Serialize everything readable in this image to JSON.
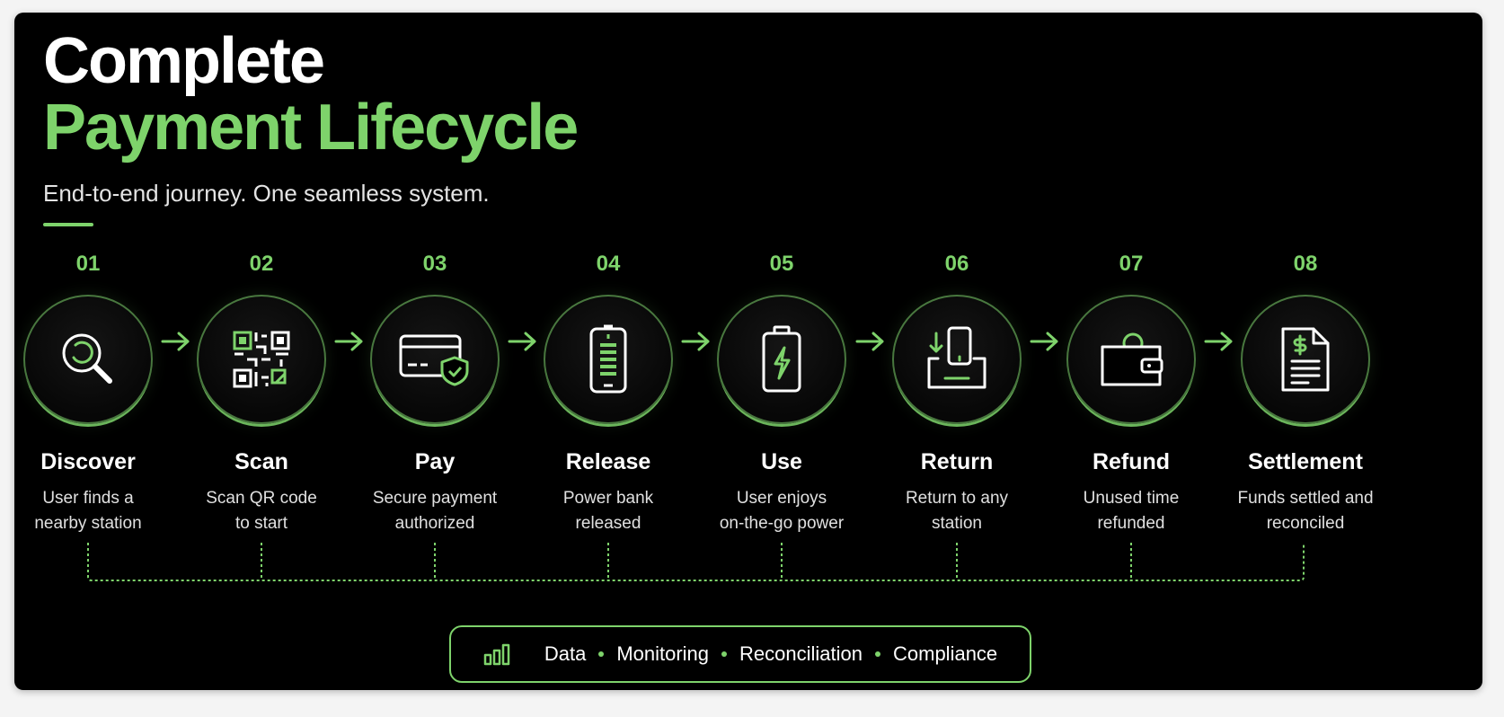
{
  "header": {
    "title_line1": "Complete",
    "title_line2": "Payment Lifecycle",
    "subtitle": "End-to-end journey. One seamless system."
  },
  "colors": {
    "accent": "#7ed36b",
    "background": "#000000",
    "text": "#ffffff"
  },
  "steps": [
    {
      "number": "01",
      "title": "Discover",
      "desc_line1": "User finds a",
      "desc_line2": "nearby station",
      "icon": "search-icon"
    },
    {
      "number": "02",
      "title": "Scan",
      "desc_line1": "Scan QR code",
      "desc_line2": "to start",
      "icon": "qr-code-icon"
    },
    {
      "number": "03",
      "title": "Pay",
      "desc_line1": "Secure payment",
      "desc_line2": "authorized",
      "icon": "credit-card-shield-icon"
    },
    {
      "number": "04",
      "title": "Release",
      "desc_line1": "Power bank",
      "desc_line2": "released",
      "icon": "power-bank-icon"
    },
    {
      "number": "05",
      "title": "Use",
      "desc_line1": "User enjoys",
      "desc_line2": "on-the-go power",
      "icon": "battery-bolt-icon"
    },
    {
      "number": "06",
      "title": "Return",
      "desc_line1": "Return to any",
      "desc_line2": "station",
      "icon": "return-dock-icon"
    },
    {
      "number": "07",
      "title": "Refund",
      "desc_line1": "Unused time",
      "desc_line2": "refunded",
      "icon": "wallet-icon"
    },
    {
      "number": "08",
      "title": "Settlement",
      "desc_line1": "Funds settled and",
      "desc_line2": "reconciled",
      "icon": "invoice-icon"
    }
  ],
  "footer": {
    "icon": "bar-chart-icon",
    "items": [
      "Data",
      "Monitoring",
      "Reconciliation",
      "Compliance"
    ]
  }
}
